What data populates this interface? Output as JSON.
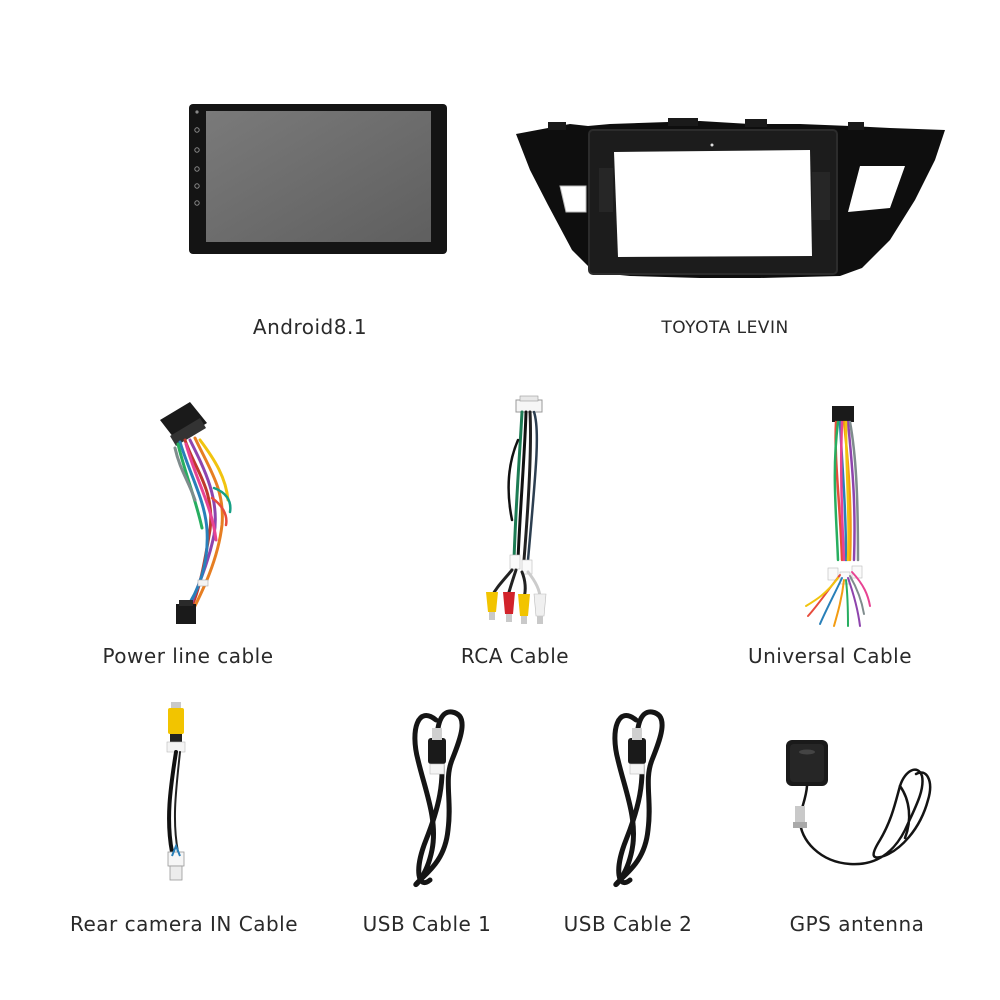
{
  "items": {
    "head_unit": {
      "label": "Android8.1"
    },
    "dash_frame": {
      "label": "TOYOTA LEVIN"
    },
    "power_cable": {
      "label": "Power line cable"
    },
    "rca_cable": {
      "label": "RCA Cable"
    },
    "universal_cable": {
      "label": "Universal Cable"
    },
    "rear_camera_cable": {
      "label": "Rear camera IN Cable"
    },
    "usb_cable_1": {
      "label": "USB Cable 1"
    },
    "usb_cable_2": {
      "label": "USB Cable 2"
    },
    "gps_antenna": {
      "label": "GPS antenna"
    }
  },
  "colors": {
    "background": "#ffffff",
    "caption": "#2a2a2a",
    "plastic": "#111111",
    "screen": "#6f6f6f",
    "rca_yellow": "#f2c400",
    "rca_red": "#d2232a",
    "rca_white": "#f0f0f0"
  }
}
